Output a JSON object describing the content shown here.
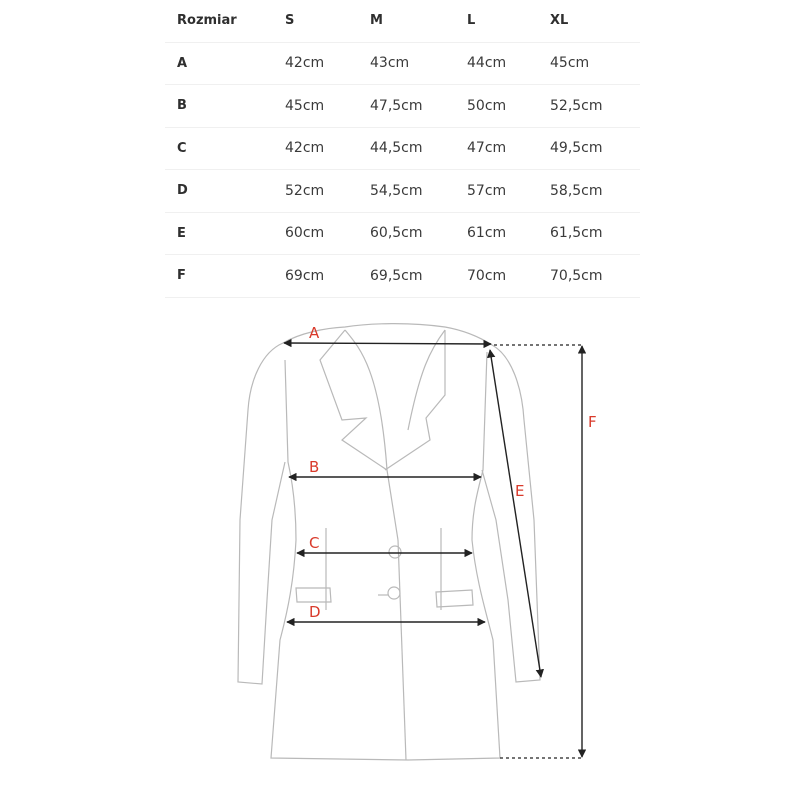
{
  "table": {
    "header": [
      "Rozmiar",
      "S",
      "M",
      "L",
      "XL"
    ],
    "rows": [
      [
        "A",
        "42cm",
        "43cm",
        "44cm",
        "45cm"
      ],
      [
        "B",
        "45cm",
        "47,5cm",
        "50cm",
        "52,5cm"
      ],
      [
        "C",
        "42cm",
        "44,5cm",
        "47cm",
        "49,5cm"
      ],
      [
        "D",
        "52cm",
        "54,5cm",
        "57cm",
        "58,5cm"
      ],
      [
        "E",
        "60cm",
        "60,5cm",
        "61cm",
        "61,5cm"
      ],
      [
        "F",
        "69cm",
        "69,5cm",
        "70cm",
        "70,5cm"
      ]
    ]
  },
  "diagram": {
    "labels": {
      "A": "A",
      "B": "B",
      "C": "C",
      "D": "D",
      "E": "E",
      "F": "F"
    },
    "label_color": "#d93a2b",
    "outline_color": "#b9b9b9",
    "arrow_color": "#222222"
  }
}
